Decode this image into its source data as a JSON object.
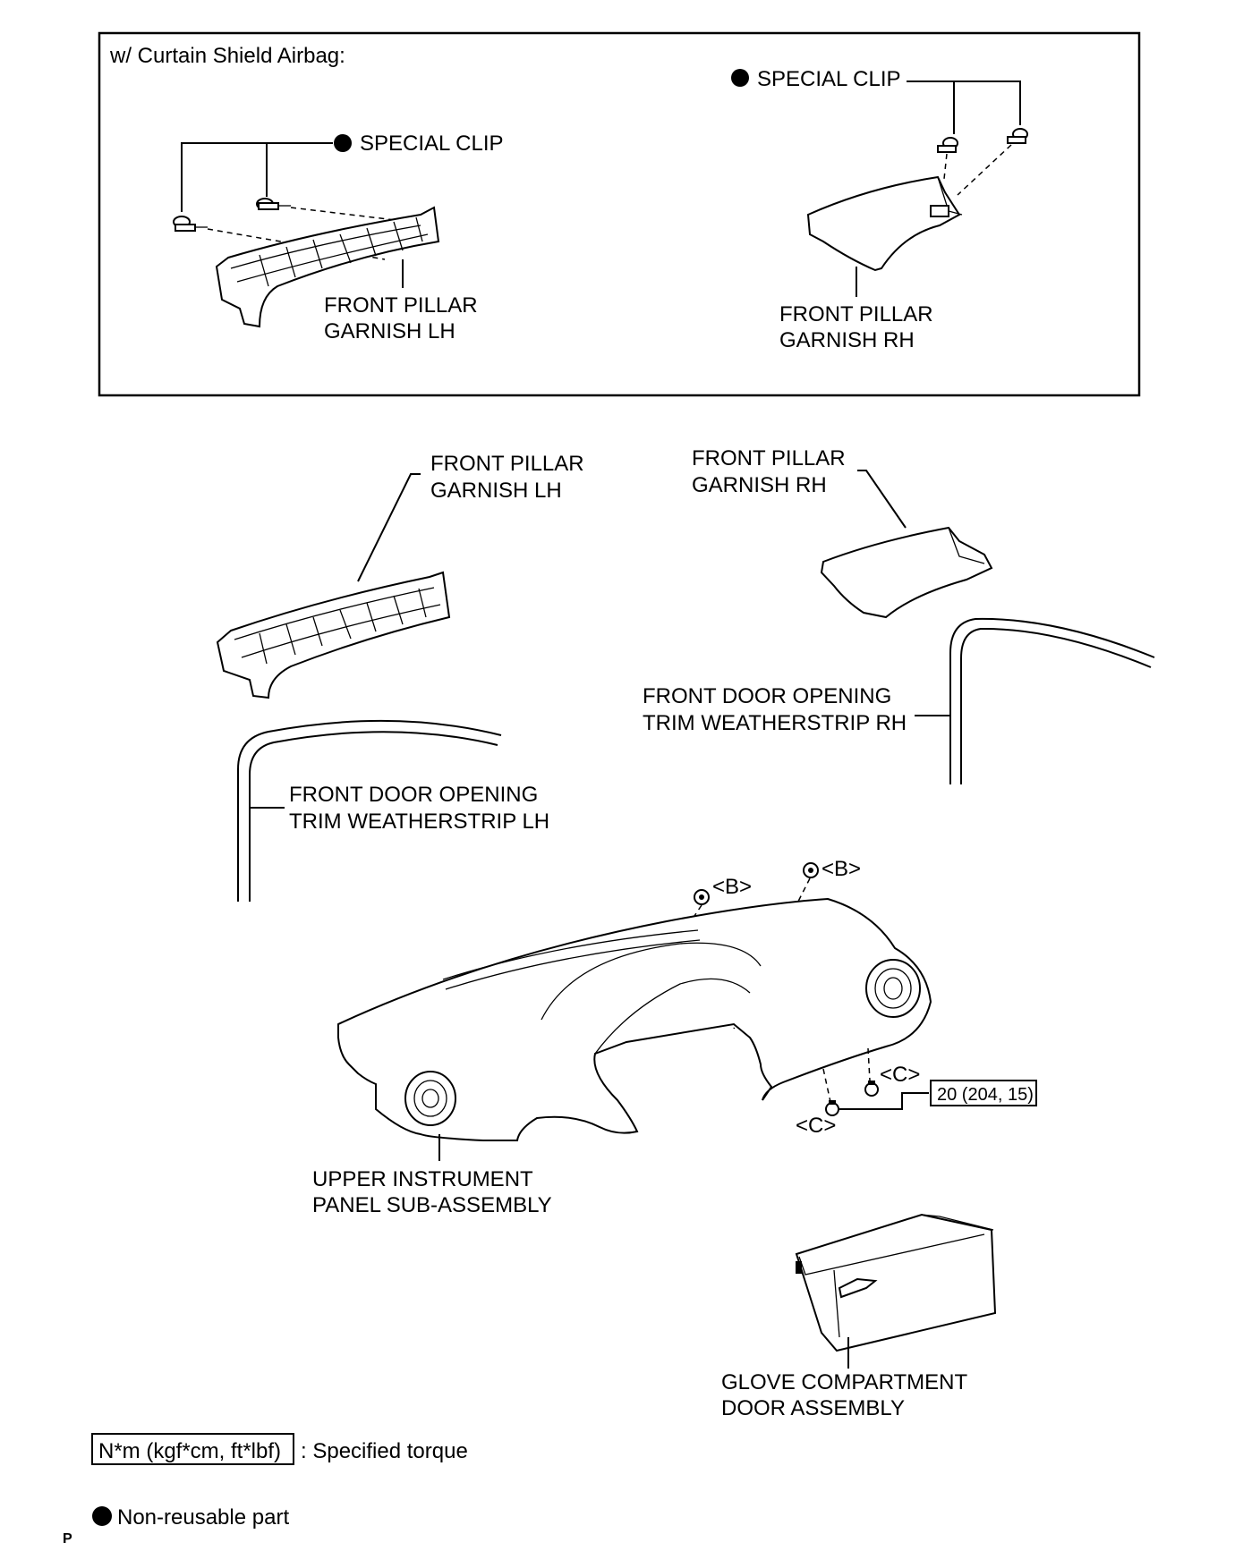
{
  "inset": {
    "title": "w/ Curtain Shield Airbag:",
    "clip_lh_label": "SPECIAL CLIP",
    "clip_rh_label": "SPECIAL CLIP",
    "garnish_lh_line1": "FRONT PILLAR",
    "garnish_lh_line2": "GARNISH LH",
    "garnish_rh_line1": "FRONT PILLAR",
    "garnish_rh_line2": "GARNISH RH"
  },
  "main": {
    "garnish_lh_line1": "FRONT PILLAR",
    "garnish_lh_line2": "GARNISH LH",
    "garnish_rh_line1": "FRONT PILLAR",
    "garnish_rh_line2": "GARNISH RH",
    "weatherstrip_rh_line1": "FRONT DOOR OPENING",
    "weatherstrip_rh_line2": "TRIM WEATHERSTRIP RH",
    "weatherstrip_lh_line1": "FRONT DOOR OPENING",
    "weatherstrip_lh_line2": "TRIM WEATHERSTRIP LH",
    "marker_b1": "<B>",
    "marker_b2": "<B>",
    "marker_c1": "<C>",
    "marker_c2": "<C>",
    "torque_value": "20 (204, 15)",
    "panel_line1": "UPPER INSTRUMENT",
    "panel_line2": "PANEL SUB-ASSEMBLY",
    "glove_line1": "GLOVE COMPARTMENT",
    "glove_line2": "DOOR ASSEMBLY"
  },
  "legend": {
    "torque_box": "N*m (kgf*cm, ft*lbf)",
    "torque_text": ": Specified torque",
    "nonreusable_text": "Non-reusable part"
  },
  "page_code": "P"
}
